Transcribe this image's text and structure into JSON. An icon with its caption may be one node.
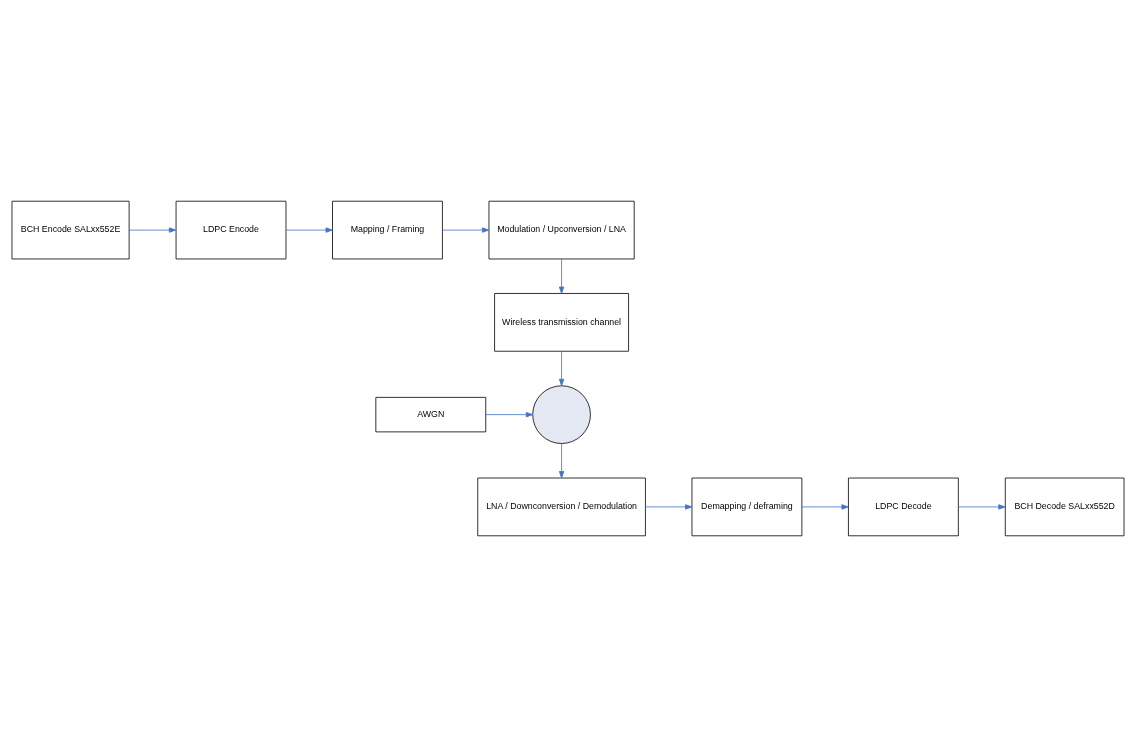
{
  "diagram": {
    "nodes": [
      {
        "text": [
          "BCH Encode SALxx552E"
        ]
      },
      {
        "text": [
          "LDPC Encode"
        ]
      },
      {
        "text": [
          "Mapping / Framing"
        ]
      },
      {
        "text": [
          "Modulation / Upconversion / LNA"
        ]
      },
      {
        "text": [
          "Wireless transmission channel"
        ]
      },
      {
        "text": [
          "AWGN"
        ]
      },
      {
        "text": [],
        "shape": "circle"
      },
      {
        "text": [
          "LNA / Downconversion / Demodulation"
        ]
      },
      {
        "text": [
          "Demapping / deframing"
        ]
      },
      {
        "text": [
          "LDPC Decode"
        ]
      },
      {
        "text": [
          "BCH Decode SALxx552D"
        ]
      }
    ],
    "edges": [
      {
        "from": 0,
        "to": 1,
        "arrow": "to"
      },
      {
        "from": 1,
        "to": 2,
        "arrow": "to"
      },
      {
        "from": 2,
        "to": 3,
        "arrow": "to"
      },
      {
        "from": 3,
        "to": 4,
        "arrow": "to"
      },
      {
        "from": 4,
        "to": 6,
        "arrow": "to"
      },
      {
        "from": 5,
        "to": 6,
        "arrow": "to"
      },
      {
        "from": 6,
        "to": 7,
        "arrow": "to"
      },
      {
        "from": 7,
        "to": 8,
        "arrow": "to"
      },
      {
        "from": 8,
        "to": 9,
        "arrow": "to"
      },
      {
        "from": 9,
        "to": 10,
        "arrow": "to"
      }
    ]
  }
}
